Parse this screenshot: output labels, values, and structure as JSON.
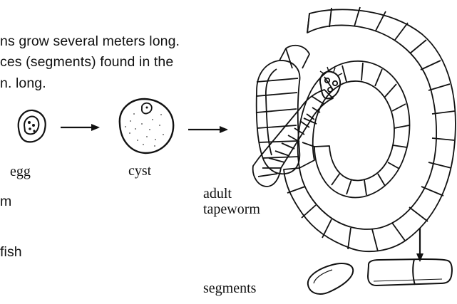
{
  "intro_lines": [
    "ns grow several meters long.",
    "ces (segments) found in the",
    "n. long."
  ],
  "left_fragments": [
    "m",
    "fish"
  ],
  "labels": {
    "egg": "egg",
    "cyst": "cyst",
    "adult_line1": "adult",
    "adult_line2": "tapeworm",
    "segments": "segments"
  },
  "icons": [
    "egg-icon",
    "cyst-icon",
    "tapeworm-illustration",
    "segment-icon"
  ]
}
